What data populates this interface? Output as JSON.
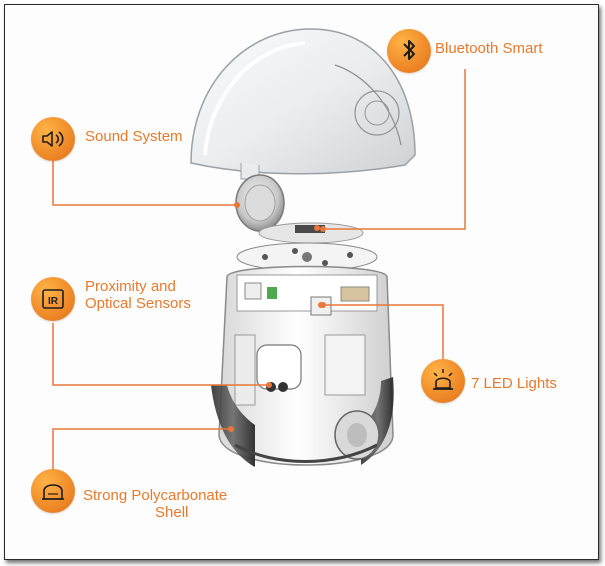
{
  "callouts": {
    "bluetooth": {
      "label": "Bluetooth Smart",
      "icon": "bluetooth-icon"
    },
    "sound": {
      "label": "Sound System",
      "icon": "speaker-icon"
    },
    "proximity": {
      "line1": "Proximity and",
      "line2": "Optical Sensors",
      "icon": "ir-icon",
      "icon_text": "IR"
    },
    "led": {
      "label": "7 LED Lights",
      "icon": "siren-light-icon"
    },
    "shell": {
      "line1": "Strong Polycarbonate",
      "line2": "Shell",
      "icon": "shell-icon"
    }
  },
  "colors": {
    "accent": "#e87a2c",
    "badge": "#f08c2a",
    "connector": "#e8773a"
  }
}
